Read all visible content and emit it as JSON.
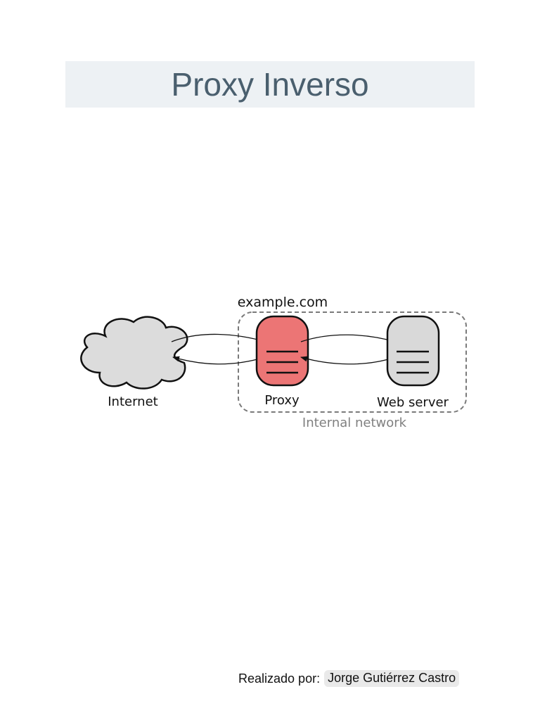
{
  "document": {
    "title": "Proxy Inverso",
    "author_label": "Realizado por:",
    "author_name": "Jorge Gutiérrez Castro"
  },
  "diagram": {
    "domain_label": "example.com",
    "internet_label": "Internet",
    "proxy_label": "Proxy",
    "webserver_label": "Web server",
    "network_label": "Internal network",
    "colors": {
      "proxy_fill": "#ec7575",
      "server_fill": "#d9d9d9",
      "cloud_fill": "#dcdcdc",
      "network_border": "#7a7a7a",
      "network_label": "#808080"
    }
  }
}
